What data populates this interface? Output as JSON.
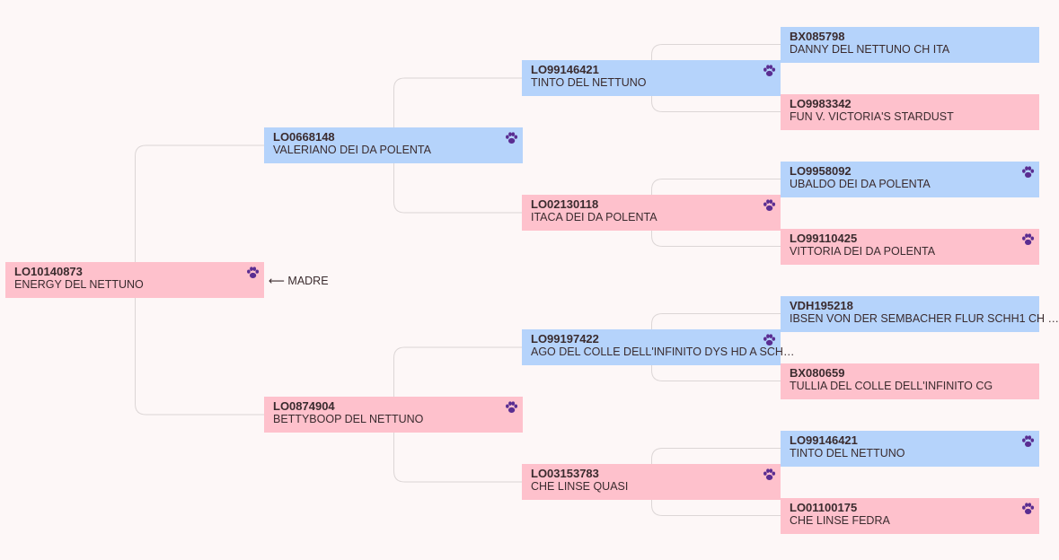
{
  "pedigree": {
    "subject": {
      "code": "LO10140873",
      "name": "ENERGY DEL NETTUNO",
      "sex": "female",
      "has_paw": true
    },
    "subject_label": "MADRE",
    "gen1": [
      {
        "code": "LO0668148",
        "name": "VALERIANO DEI DA POLENTA",
        "sex": "male",
        "has_paw": true
      },
      {
        "code": "LO0874904",
        "name": "BETTYBOOP DEL NETTUNO",
        "sex": "female",
        "has_paw": true
      }
    ],
    "gen2": [
      {
        "code": "LO99146421",
        "name": "TINTO DEL NETTUNO",
        "sex": "male",
        "has_paw": true
      },
      {
        "code": "LO02130118",
        "name": "ITACA DEI DA POLENTA",
        "sex": "female",
        "has_paw": true
      },
      {
        "code": "LO99197422",
        "name": "AGO DEL COLLE DELL'INFINITO DYS HD A SCH…",
        "sex": "male",
        "has_paw": true
      },
      {
        "code": "LO03153783",
        "name": "CHE LINSE QUASI",
        "sex": "female",
        "has_paw": true
      }
    ],
    "gen3": [
      {
        "code": "BX085798",
        "name": "DANNY DEL NETTUNO CH ITA",
        "sex": "male",
        "has_paw": false
      },
      {
        "code": "LO9983342",
        "name": "FUN V. VICTORIA'S STARDUST",
        "sex": "female",
        "has_paw": false
      },
      {
        "code": "LO9958092",
        "name": "UBALDO DEI DA POLENTA",
        "sex": "male",
        "has_paw": true
      },
      {
        "code": "LO99110425",
        "name": "VITTORIA DEI DA POLENTA",
        "sex": "female",
        "has_paw": true
      },
      {
        "code": "VDH195218",
        "name": "IBSEN VON DER SEMBACHER FLUR SCHH1 CH …",
        "sex": "male",
        "has_paw": false
      },
      {
        "code": "BX080659",
        "name": "TULLIA DEL COLLE DELL'INFINITO CG",
        "sex": "female",
        "has_paw": false
      },
      {
        "code": "LO99146421",
        "name": "TINTO DEL NETTUNO",
        "sex": "male",
        "has_paw": true
      },
      {
        "code": "LO01100175",
        "name": "CHE LINSE FEDRA",
        "sex": "female",
        "has_paw": true
      }
    ]
  },
  "colors": {
    "male": "#b5d3fb",
    "female": "#fec1cc",
    "paw": "#5a2d91",
    "connector": "#dcd6d6",
    "background": "#fdf7f7"
  },
  "icons": {
    "paw": "paw-icon",
    "arrow": "arrow-left-icon"
  }
}
